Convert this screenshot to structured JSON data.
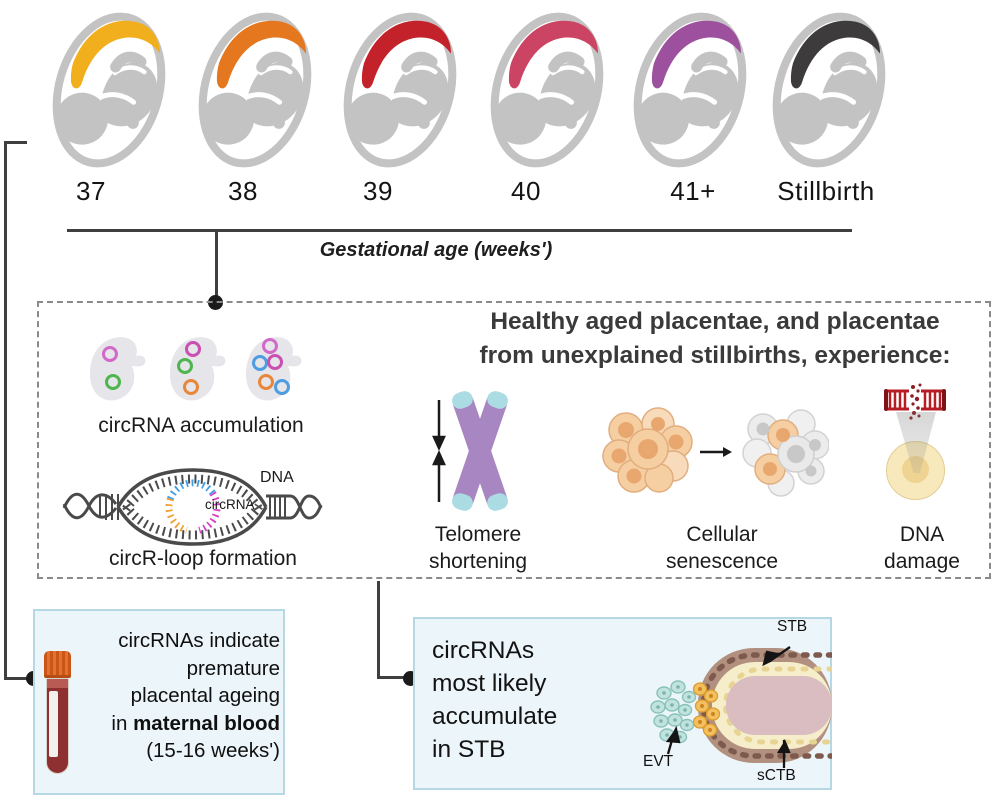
{
  "gestational_axis": {
    "axis_label": "Gestational age (weeks')",
    "items": [
      {
        "label": "37",
        "placenta_color": "#F2AF1D"
      },
      {
        "label": "38",
        "placenta_color": "#E5771E"
      },
      {
        "label": "39",
        "placenta_color": "#C4222A"
      },
      {
        "label": "40",
        "placenta_color": "#CC4463"
      },
      {
        "label": "41+",
        "placenta_color": "#9C509D"
      },
      {
        "label": "Stillbirth",
        "placenta_color": "#3E3B3C"
      }
    ]
  },
  "experience_panel": {
    "heading_line1": "Healthy aged placentae, and placentae",
    "heading_line2": "from unexplained stillbirths, experience:",
    "circrna_accumulation": {
      "label": "circRNA accumulation"
    },
    "circr_loop": {
      "label": "circR-loop formation",
      "dna_annotation": "DNA",
      "circrna_annotation": "circRNA"
    },
    "telomere": {
      "label_line1": "Telomere",
      "label_line2": "shortening"
    },
    "senescence": {
      "label_line1": "Cellular",
      "label_line2": "senescence"
    },
    "dna_damage": {
      "label_line1": "DNA",
      "label_line2": "damage"
    }
  },
  "maternal_blood_box": {
    "line1": "circRNAs indicate",
    "line2": "premature",
    "line3": "placental ageing",
    "line4_prefix": "in ",
    "line4_bold": "maternal blood",
    "line5": "(15-16 weeks')"
  },
  "stb_box": {
    "line1": "circRNAs",
    "line2": "most likely",
    "line3": "accumulate",
    "line4": "in STB",
    "villus_labels": {
      "stb": "STB",
      "evt": "EVT",
      "sctb": "sCTB"
    }
  },
  "colors": {
    "panel_border": "#8A8A8A",
    "info_box_bg": "#ECF5F9",
    "info_box_border": "#B5D8E4",
    "connector": "#3F3F3F",
    "fetus_gray": "#C3C3C3"
  }
}
